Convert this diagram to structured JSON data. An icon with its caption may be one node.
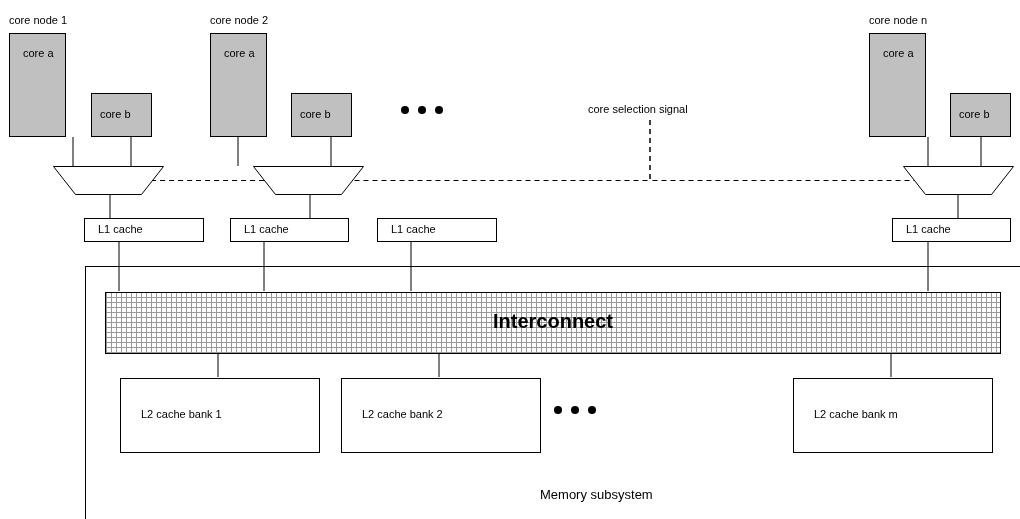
{
  "diagram": {
    "nodes": [
      {
        "text": [
          "core a"
        ],
        "beside": [
          "core node 1"
        ]
      },
      {
        "text": [
          "core b"
        ]
      },
      {
        "text": [],
        "shape": "trapezoid"
      },
      {
        "text": [
          "L1 cache"
        ]
      },
      {
        "text": [
          "core a"
        ],
        "beside": [
          "core node 2"
        ]
      },
      {
        "text": [
          "core b"
        ]
      },
      {
        "text": [],
        "shape": "trapezoid"
      },
      {
        "text": [
          "L1 cache"
        ]
      },
      {
        "text": [
          "L1 cache"
        ]
      },
      {
        "text": [
          "core selection signal"
        ]
      },
      {
        "text": [
          "core a"
        ],
        "beside": [
          "core node n"
        ]
      },
      {
        "text": [
          "core b"
        ]
      },
      {
        "text": [],
        "shape": "trapezoid"
      },
      {
        "text": [
          "L1 cache"
        ]
      },
      {
        "text": [
          "Memory subsystem"
        ]
      },
      {
        "text": [
          "Interconnect"
        ],
        "in": 14
      },
      {
        "text": [
          "L2 cache bank 1"
        ],
        "in": 14
      },
      {
        "text": [
          "L2 cache bank 2"
        ],
        "in": 14
      },
      {
        "text": [
          "L2 cache bank m"
        ],
        "in": 14
      }
    ],
    "edges": [
      {
        "from": 0,
        "to": 2,
        "arrow": "none"
      },
      {
        "from": 1,
        "to": 2,
        "arrow": "none"
      },
      {
        "from": 2,
        "to": 3,
        "arrow": "none"
      },
      {
        "from": 4,
        "to": 6,
        "arrow": "none"
      },
      {
        "from": 5,
        "to": 6,
        "arrow": "none"
      },
      {
        "from": 6,
        "to": 7,
        "arrow": "none"
      },
      {
        "from": 10,
        "to": 12,
        "arrow": "none"
      },
      {
        "from": 11,
        "to": 12,
        "arrow": "none"
      },
      {
        "from": 12,
        "to": 13,
        "arrow": "none"
      },
      {
        "from": 6,
        "to": 2,
        "arrow": "none",
        "style": "dashed"
      },
      {
        "from": 9,
        "to": 6,
        "arrow": "none",
        "style": "dashed"
      },
      {
        "from": 9,
        "to": 12,
        "arrow": "none",
        "style": "dashed"
      },
      {
        "from": 3,
        "to": 15,
        "arrow": "none"
      },
      {
        "from": 7,
        "to": 15,
        "arrow": "none"
      },
      {
        "from": 8,
        "to": 15,
        "arrow": "none"
      },
      {
        "from": 13,
        "to": 15,
        "arrow": "none"
      },
      {
        "from": 15,
        "to": 16,
        "arrow": "none"
      },
      {
        "from": 15,
        "to": 17,
        "arrow": "none"
      },
      {
        "from": 15,
        "to": 18,
        "arrow": "none"
      }
    ]
  }
}
